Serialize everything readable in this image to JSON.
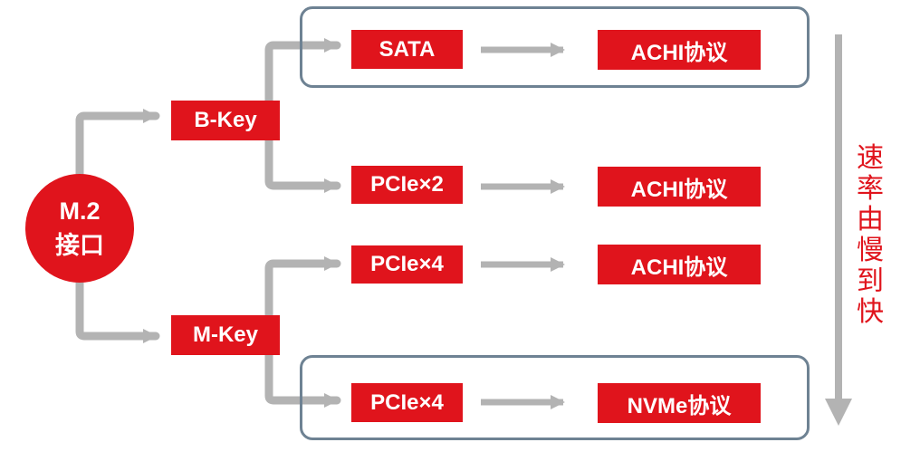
{
  "root": {
    "line1": "M.2",
    "line2": "接口"
  },
  "keys": {
    "b": "B-Key",
    "m": "M-Key"
  },
  "interfaces": [
    {
      "name": "SATA",
      "protocol": "ACHI协议"
    },
    {
      "name": "PCIe×2",
      "protocol": "ACHI协议"
    },
    {
      "name": "PCIe×4",
      "protocol": "ACHI协议"
    },
    {
      "name": "PCIe×4",
      "protocol": "NVMe协议"
    }
  ],
  "speed_label": [
    "速",
    "率",
    "由",
    "慢",
    "到",
    "快"
  ],
  "colors": {
    "node_fill": "#e0141c",
    "arrow": "#b3b3b3",
    "box_border": "#6e8293",
    "label": "#e0141c"
  }
}
